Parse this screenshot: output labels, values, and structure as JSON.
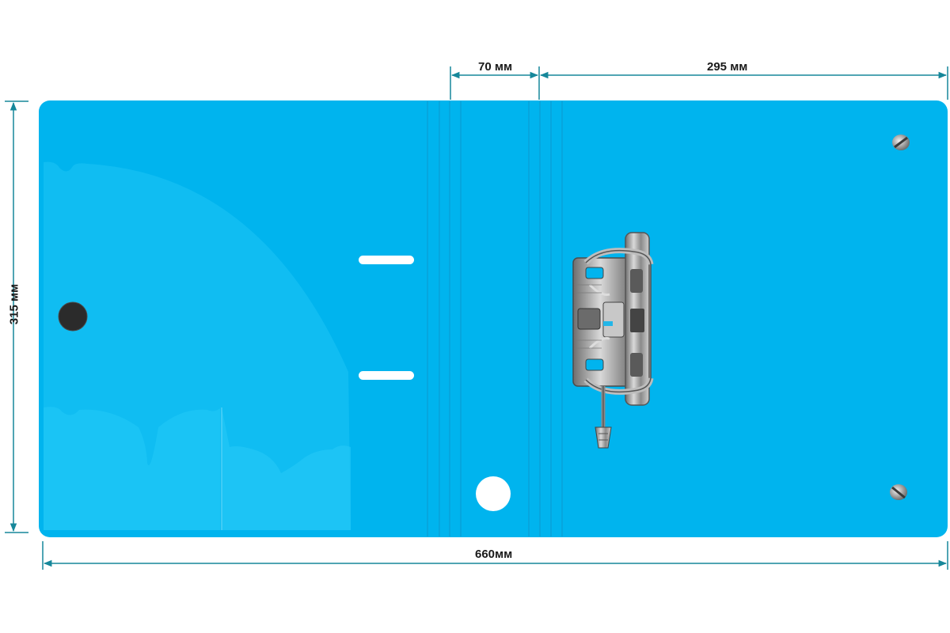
{
  "dimensions": {
    "spine_width": "70 мм",
    "cover_width": "295 мм",
    "height": "315 мм",
    "total_width": "660мм"
  },
  "colors": {
    "folder": "#00b4ee",
    "folder_light": "#1ec4f5",
    "dimension_line": "#16879a",
    "slot": "#ffffff",
    "button": "#2b2b2b",
    "mechanism": "#9a9a9a"
  },
  "icons": {
    "lever_mechanism": "lever-arch-mechanism-icon",
    "closure_button": "closure-button-icon",
    "rivet": "rivet-icon",
    "finger_hole": "finger-hole-icon"
  }
}
